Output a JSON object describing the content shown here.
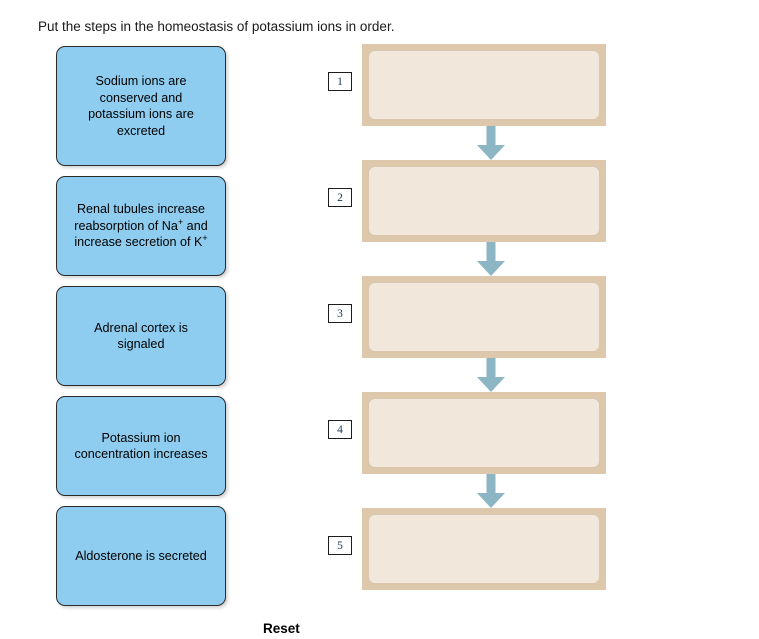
{
  "prompt": {
    "text": "Put the steps in the homeostasis of potassium ions in order."
  },
  "drag_bank": {
    "cards": [
      {
        "id": "card-sodium-conserved",
        "lines": [
          "Sodium ions are",
          "conserved and",
          "potassium ions are",
          "excreted"
        ],
        "height": 120
      },
      {
        "id": "card-renal-tubules",
        "lines": [
          "Renal tubules increase",
          "reabsorption of Na⁺ and",
          "increase secretion of K⁺"
        ],
        "height": 100
      },
      {
        "id": "card-adrenal-cortex",
        "lines": [
          "Adrenal cortex is",
          "signaled"
        ],
        "height": 100
      },
      {
        "id": "card-potassium-concentration",
        "lines": [
          "Potassium ion",
          "concentration increases"
        ],
        "height": 100
      },
      {
        "id": "card-aldosterone",
        "lines": [
          "Aldosterone is secreted"
        ],
        "height": 100
      }
    ]
  },
  "reset": {
    "label": "Reset"
  },
  "drop_zone": {
    "slots": [
      {
        "number": "1",
        "content": ""
      },
      {
        "number": "2",
        "content": ""
      },
      {
        "number": "3",
        "content": ""
      },
      {
        "number": "4",
        "content": ""
      },
      {
        "number": "5",
        "content": ""
      }
    ],
    "arrow_count": 4
  },
  "colors": {
    "card_fill": "#8fcdf0",
    "card_border": "#2a2a2a",
    "slot_frame": "#ddc8ac",
    "slot_fill": "#f1e7db",
    "arrow": "#8cb6c4",
    "badge_number": "#17365d",
    "page_background": "#ffffff"
  }
}
